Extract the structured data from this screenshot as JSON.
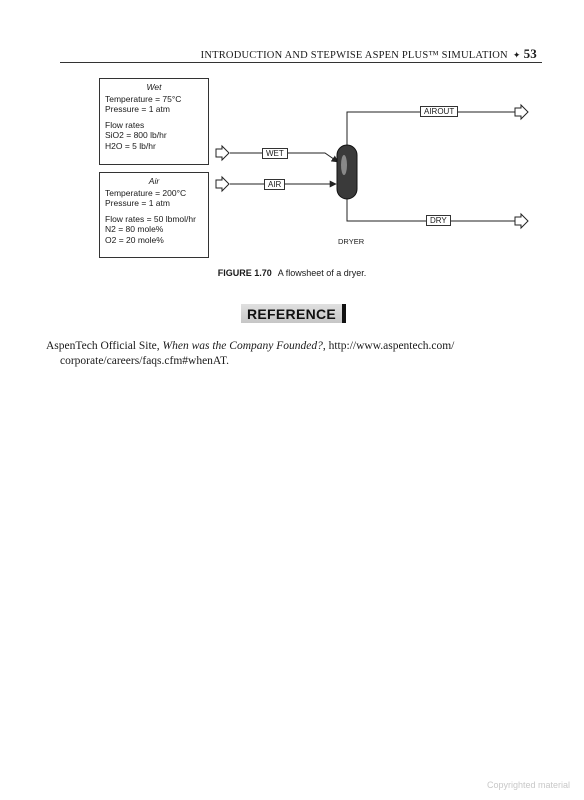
{
  "header": {
    "running_title": "INTRODUCTION AND STEPWISE ASPEN PLUS™ SIMULATION",
    "separator": "✦",
    "page_number": "53"
  },
  "figure": {
    "wet_panel": {
      "title": "Wet",
      "temperature": "Temperature = 75°C",
      "pressure": "Pressure = 1 atm",
      "flow_label": "Flow rates",
      "flow_1": "SiO2 = 800 lb/hr",
      "flow_2": "H2O = 5 lb/hr"
    },
    "air_panel": {
      "title": "Air",
      "temperature": "Temperature = 200°C",
      "pressure": "Pressure = 1 atm",
      "flow_label": "Flow rates = 50 lbmol/hr",
      "flow_1": "N2 = 80 mole%",
      "flow_2": "O2 = 20 mole%"
    },
    "streams": {
      "wet": "WET",
      "air": "AIR",
      "airout": "AIROUT",
      "dry": "DRY"
    },
    "unit_label": "DRYER",
    "caption_number": "FIGURE 1.70",
    "caption_text": "A flowsheet of a dryer."
  },
  "reference": {
    "heading": "REFERENCE",
    "source": "AspenTech Official Site,",
    "title": "When was the Company Founded?",
    "url_part1": ", http://www.aspentech.com/",
    "url_part2": "corporate/careers/faqs.cfm#whenAT."
  },
  "watermark": "Copyrighted material"
}
